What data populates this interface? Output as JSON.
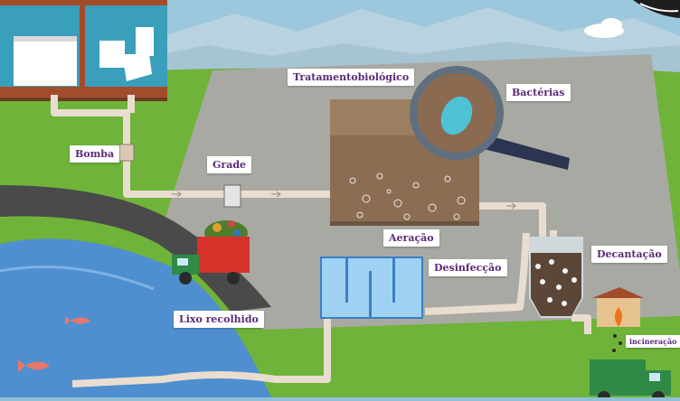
{
  "labels": {
    "tratamento": "Tratamentobiológico",
    "bacterias": "Bactérias",
    "bomba": "Bomba",
    "grade": "Grade",
    "aeracao": "Aeração",
    "desinfeccao": "Desinfecção",
    "decantacao": "Decantação",
    "lixo": "Lixo recolhido",
    "incineracao": "incineração"
  },
  "colors": {
    "sky": "#8fc0d8",
    "grass": "#6fb33a",
    "plaza": "#a9a9a3",
    "road": "#4a4a4a",
    "water": "#4f8fd0",
    "pipe": "#e9ddd0",
    "label_text": "#5b2a78",
    "truck_red": "#d6322a",
    "truck_green": "#2f8a46"
  }
}
